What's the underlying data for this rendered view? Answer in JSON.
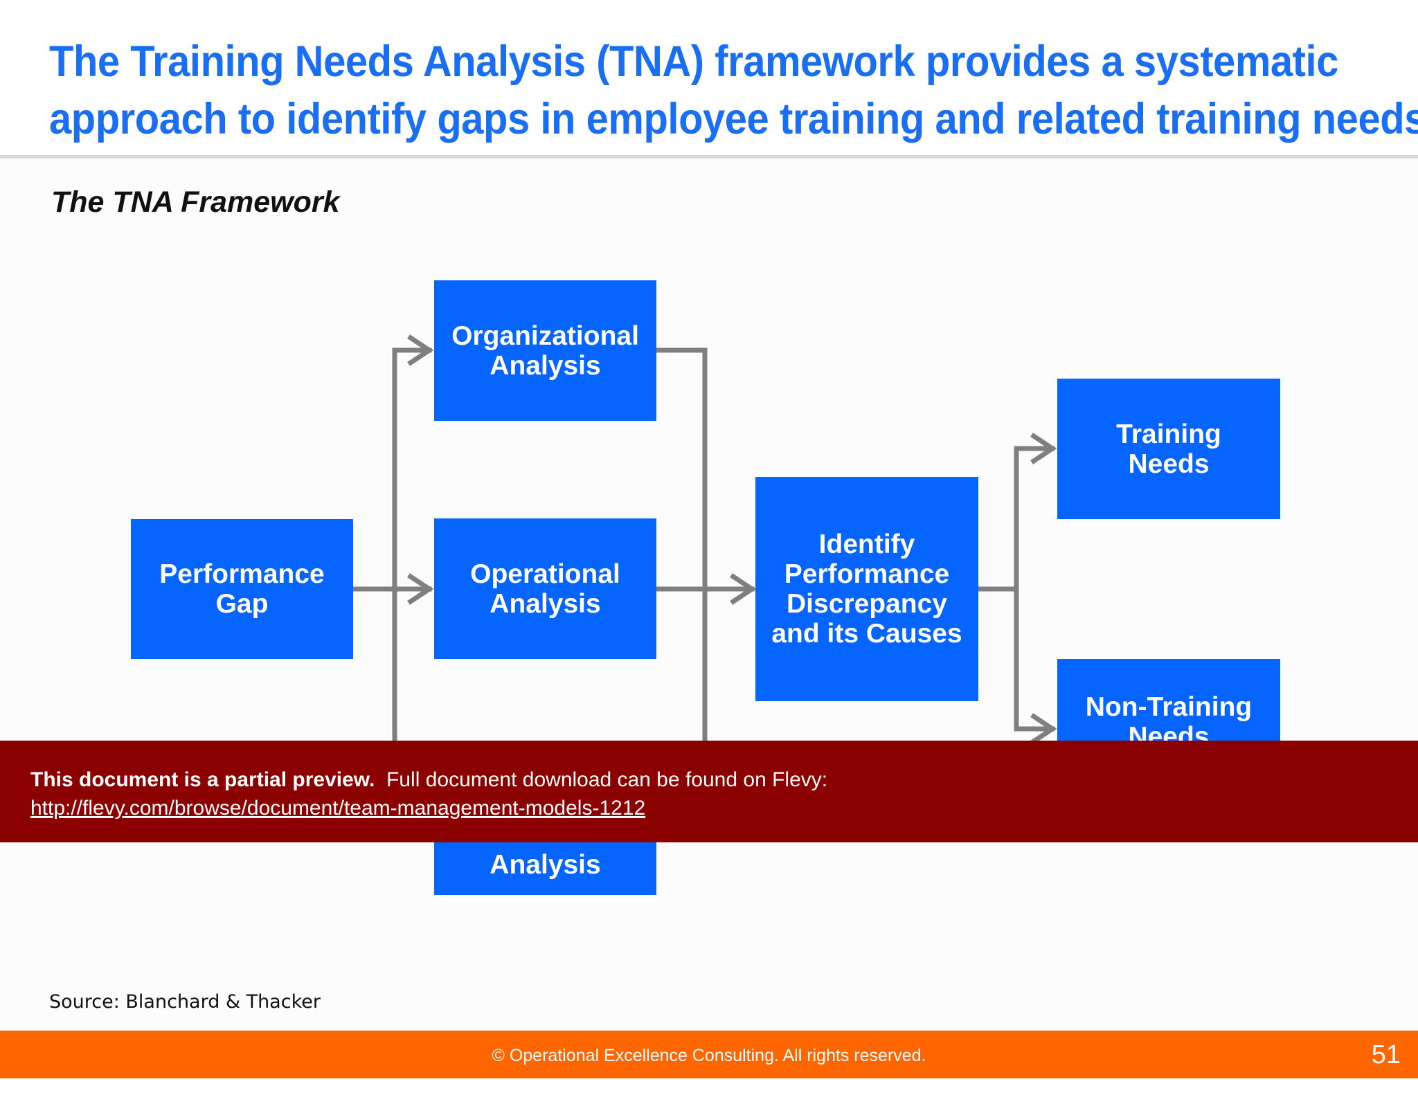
{
  "title": {
    "line1": "The Training Needs Analysis (TNA) framework provides a systematic",
    "line2": "approach to identify gaps in employee training and related training needs"
  },
  "subtitle": "The TNA Framework",
  "diagram": {
    "boxes": {
      "performance_gap": "Performance\nGap",
      "organizational_analysis": "Organizational\nAnalysis",
      "operational_analysis": "Operational\nAnalysis",
      "individual_analysis": "Analysis",
      "identify_discrepancy": "Identify\nPerformance\nDiscrepancy\nand its Causes",
      "training_needs": "Training\nNeeds",
      "non_training_needs": "Non-Training\nNeeds"
    },
    "colors": {
      "box_fill": "#0565fe",
      "connector": "#7f7f7f"
    }
  },
  "source": "Source: Blanchard & Thacker",
  "preview_banner": {
    "bold_text": "This document is a partial preview.",
    "text": "Full document download can be found on Flevy:",
    "link": "http://flevy.com/browse/document/team-management-models-1212"
  },
  "footer": {
    "copyright": "© Operational Excellence Consulting.  All rights reserved.",
    "page_number": "51"
  },
  "colors": {
    "title": "#1a6ef2",
    "banner": "#8b0000",
    "footer": "#ff6600"
  }
}
